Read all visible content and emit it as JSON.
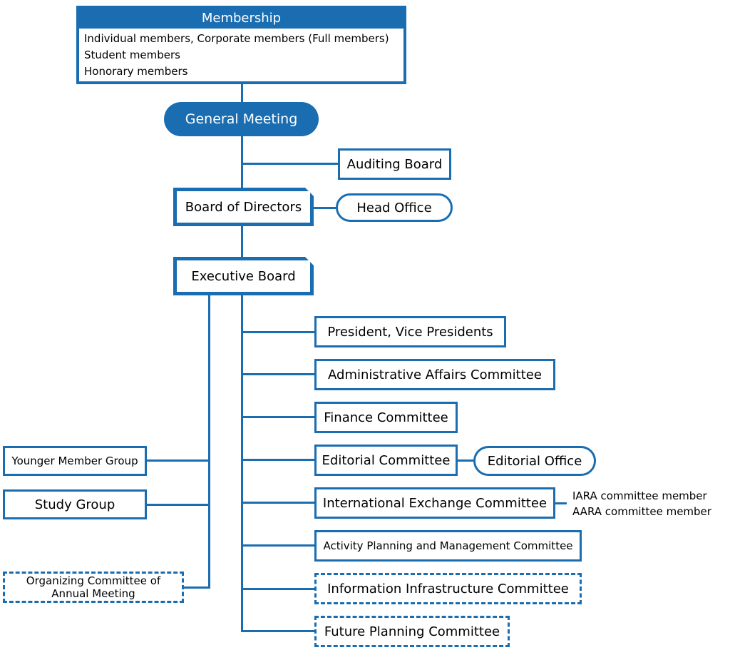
{
  "membership": {
    "title": "Membership",
    "items": [
      "Individual members, Corporate members (Full members)",
      "Student members",
      "Honorary members"
    ]
  },
  "general_meeting": "General Meeting",
  "auditing_board": "Auditing Board",
  "board_of_directors": "Board of Directors",
  "head_office": "Head Office",
  "executive_board": "Executive Board",
  "committees": [
    "President, Vice Presidents",
    "Administrative Affairs Committee",
    "Finance Committee",
    "Editorial Committee",
    "International Exchange Committee",
    "Activity Planning and Management Committee",
    "Information Infrastructure Committee",
    "Future Planning Committee"
  ],
  "editorial_office": "Editorial Office",
  "international_notes": [
    "IARA committee member",
    "AARA committee member"
  ],
  "left_groups": {
    "younger_member_group": "Younger Member Group",
    "study_group": "Study Group",
    "organizing_committee": [
      "Organizing Committee of",
      "Annual Meeting"
    ]
  },
  "colors": {
    "primary": "#1a6db0"
  }
}
